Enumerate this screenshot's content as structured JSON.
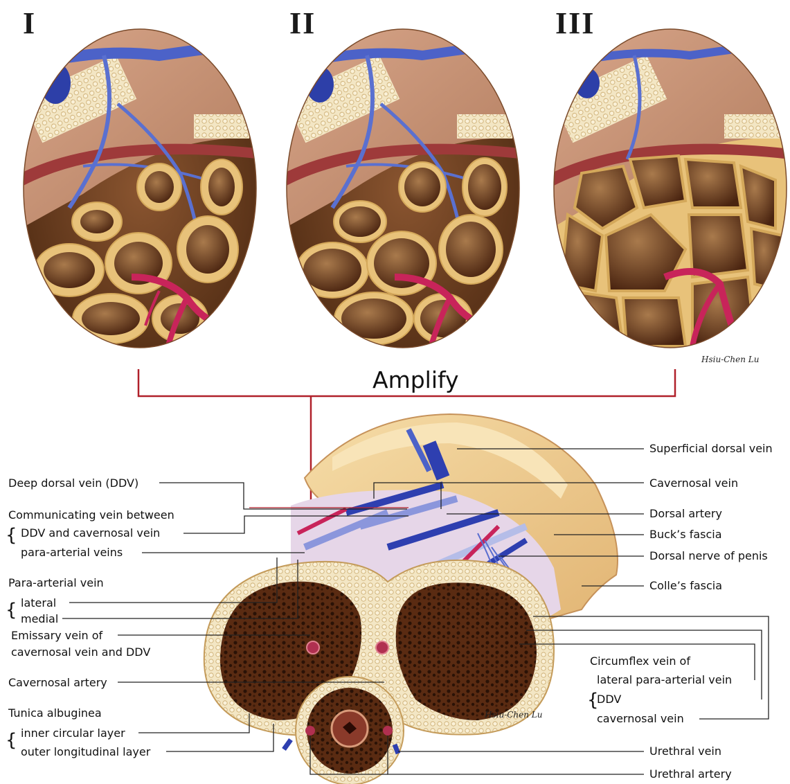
{
  "panels": [
    {
      "label": "I"
    },
    {
      "label": "II"
    },
    {
      "label": "III"
    }
  ],
  "amplify_label": "Amplify",
  "signature": "Hsiu-Chen Lu",
  "left_labels": {
    "ddv": "Deep dorsal vein (DDV)",
    "communicating": "Communicating vein between",
    "communicating_sub": "DDV and cavernosal vein",
    "para_arterial_veins": "para-arterial veins",
    "para_arterial_vein": "Para-arterial vein",
    "lateral": "lateral",
    "medial": "medial",
    "emissary_1": "Emissary vein of",
    "emissary_2": "cavernosal vein and DDV",
    "cavernosal_artery": "Cavernosal artery",
    "tunica": "Tunica albuginea",
    "inner_layer": "inner circular layer",
    "outer_layer": "outer longitudinal layer"
  },
  "right_labels": {
    "superficial": "Superficial dorsal vein",
    "cavernosal_vein": "Cavernosal vein",
    "dorsal_artery": "Dorsal artery",
    "bucks": "Buck’s fascia",
    "dorsal_nerve": "Dorsal nerve of penis",
    "colles": "Colle’s fascia",
    "circumflex": "Circumflex vein of",
    "circ_lateral": "lateral para-arterial vein",
    "circ_ddv": "DDV",
    "circ_cav": "cavernosal vein",
    "urethral_vein": "Urethral vein",
    "urethral_artery": "Urethral artery"
  },
  "colors": {
    "vein": "#3a4fb8",
    "artery": "#c8245a",
    "sinusoid": "#e8c27a",
    "tissue": "#6b3a1e",
    "fascia": "#f0c98a",
    "leader_red": "#b0202a"
  }
}
